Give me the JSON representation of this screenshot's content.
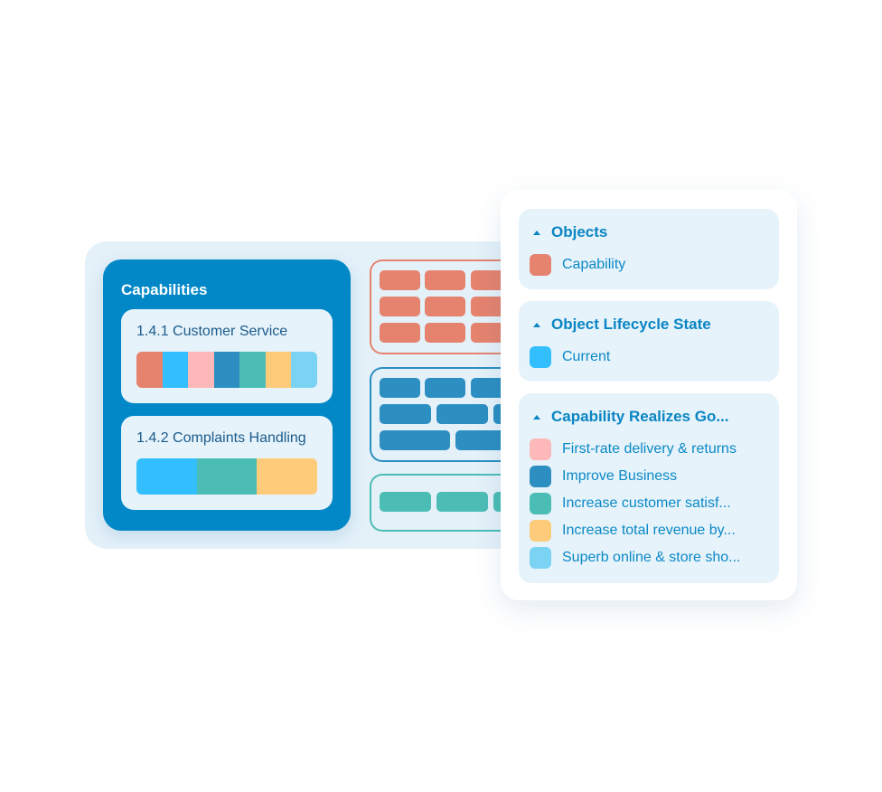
{
  "capabilities": {
    "title": "Capabilities",
    "cards": [
      {
        "title": "1.4.1 Customer Service",
        "segments": [
          "#e5836f",
          "#33bffd",
          "#fdb9b9",
          "#2d8ec2",
          "#4cbdb5",
          "#fecb7b",
          "#7bd3f3"
        ]
      },
      {
        "title": "1.4.2 Complaints Handling",
        "segments": [
          "#33bffd",
          "#4cbdb5",
          "#fecb7b"
        ]
      }
    ]
  },
  "colors": {
    "red": "#e5836f",
    "blue": "#2d8ec2",
    "teal": "#4cbdb5",
    "primary": "#0288c7"
  },
  "legend": {
    "sections": [
      {
        "heading": "Objects",
        "items": [
          {
            "label": "Capability",
            "color": "#e5836f"
          }
        ]
      },
      {
        "heading": "Object Lifecycle State",
        "items": [
          {
            "label": "Current",
            "color": "#33bffd"
          }
        ]
      },
      {
        "heading": "Capability Realizes Go...",
        "items": [
          {
            "label": "First-rate delivery & returns",
            "color": "#fdb9b9"
          },
          {
            "label": "Improve Business",
            "color": "#2d8ec2"
          },
          {
            "label": "Increase customer satisf...",
            "color": "#4cbdb5"
          },
          {
            "label": "Increase total revenue by...",
            "color": "#fecb7b"
          },
          {
            "label": "Superb online & store sho...",
            "color": "#7bd3f3"
          }
        ]
      }
    ]
  }
}
